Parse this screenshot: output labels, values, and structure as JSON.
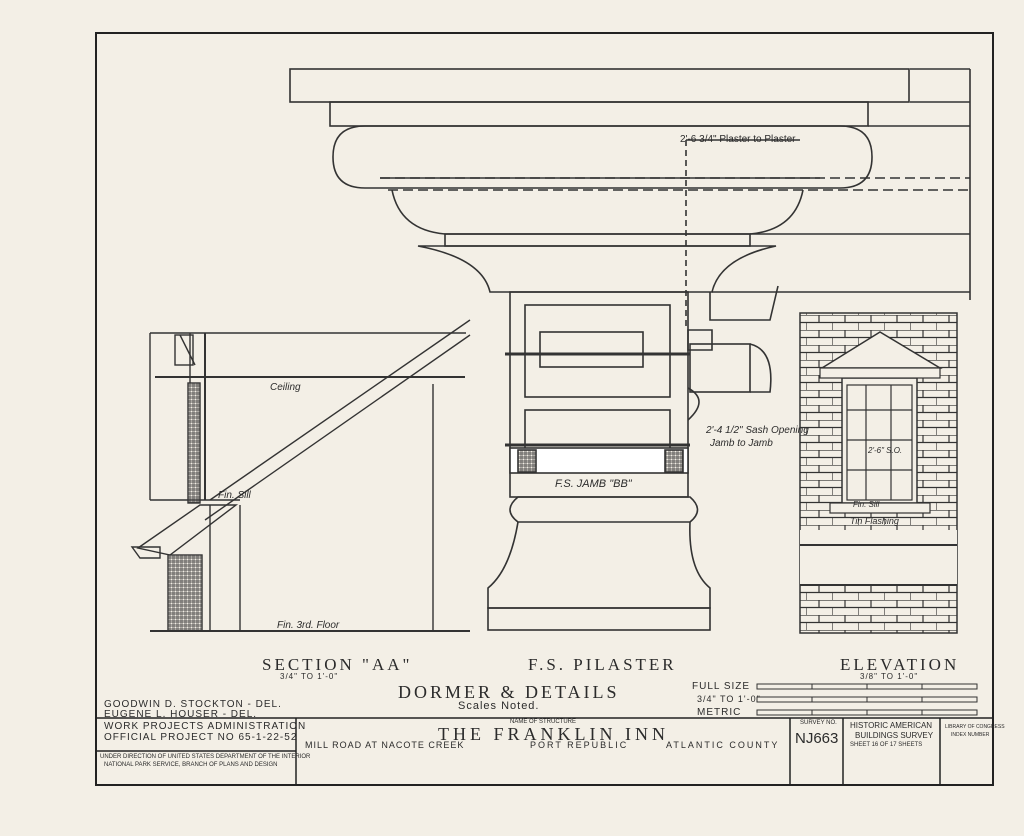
{
  "drawing": {
    "section_title": "SECTION \"AA\"",
    "section_scale": "3/4\" TO 1'-0\"",
    "pilaster_title": "F.S. PILASTER",
    "elevation_title": "ELEVATION",
    "elevation_scale": "3/8\" TO 1'-0\"",
    "main_title": "DORMER & DETAILS",
    "main_subtitle": "Scales Noted.",
    "notes": {
      "plaster": "2'-6 3/4\" Plaster to Plaster",
      "ceiling": "Ceiling",
      "fin_sill": "Fin. Sill",
      "fin_floor": "Fin. 3rd. Floor",
      "sash_opening": "2'-4 1/2\" Sash Opening",
      "jamb_to_jamb": "Jamb to Jamb",
      "fs_jamb": "F.S. JAMB \"BB\"",
      "elev_fin_sill": "Fin. Sill",
      "tin_flashing": "Tin Flashing",
      "sash_dim": "2'-6\" S.O."
    },
    "scale_bar": {
      "full_size": "FULL SIZE",
      "three_quarter": "3/4\" TO 1'-0\"",
      "metric": "METRIC"
    }
  },
  "title_block": {
    "delineators": [
      "GOODWIN D. STOCKTON - DEL.",
      "EUGENE L. HOUSER - DEL."
    ],
    "agency": "WORK PROJECTS ADMINISTRATION",
    "project": "OFFICIAL PROJECT NO 65-1-22-52",
    "direction_1": "UNDER DIRECTION OF UNITED STATES DEPARTMENT OF THE INTERIOR",
    "direction_2": "NATIONAL PARK SERVICE, BRANCH OF PLANS AND DESIGN",
    "name_label": "NAME OF STRUCTURE",
    "structure_name": "THE FRANKLIN INN",
    "road": "MILL ROAD AT NACOTE CREEK",
    "town": "PORT REPUBLIC",
    "county": "ATLANTIC COUNTY",
    "survey_label": "SURVEY NO.",
    "survey_no": "NJ663",
    "habs_1": "HISTORIC AMERICAN",
    "habs_2": "BUILDINGS SURVEY",
    "sheet": "SHEET 16 OF 17 SHEETS",
    "lib_1": "LIBRARY OF CONGRESS",
    "lib_2": "INDEX NUMBER"
  }
}
